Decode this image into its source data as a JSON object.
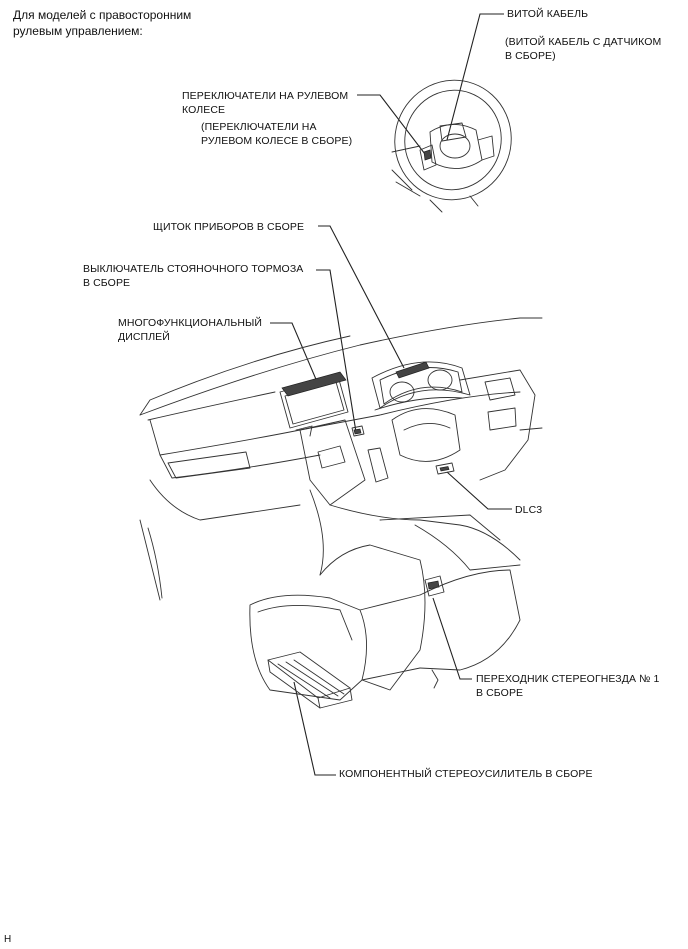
{
  "header": "Для моделей с правосторонним\nрулевым управлением:",
  "labels": {
    "spiral_cable": "ВИТОЙ КАБЕЛЬ",
    "spiral_cable_sub": "(ВИТОЙ КАБЕЛЬ С ДАТЧИКОМ\nВ СБОРЕ)",
    "steering_switches": "ПЕРЕКЛЮЧАТЕЛИ НА РУЛЕВОМ\nКОЛЕСЕ",
    "steering_switches_sub": "(ПЕРЕКЛЮЧАТЕЛИ НА\nРУЛЕВОМ КОЛЕСЕ В СБОРЕ)",
    "combination_meter": "ЩИТОК ПРИБОРОВ В СБОРЕ",
    "parking_brake_switch": "ВЫКЛЮЧАТЕЛЬ СТОЯНОЧНОГО ТОРМОЗА\nВ СБОРЕ",
    "multi_display": "МНОГОФУНКЦИОНАЛЬНЫЙ\nДИСПЛЕЙ",
    "dlc3": "DLC3",
    "stereo_jack_adapter": "ПЕРЕХОДНИК СТЕРЕОГНЕЗДА № 1\nВ СБОРЕ",
    "stereo_amplifier": "КОМПОНЕНТНЫЙ СТЕРЕОУСИЛИТЕЛЬ В СБОРЕ"
  },
  "footer_code": "H"
}
